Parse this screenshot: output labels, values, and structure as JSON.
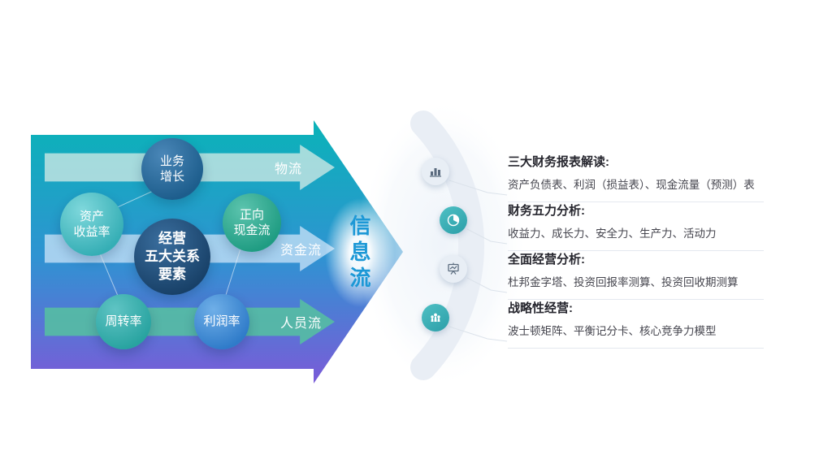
{
  "left_diagram": {
    "flow_bands": [
      {
        "label": "物流"
      },
      {
        "label": "资金流"
      },
      {
        "label": "人员流"
      }
    ],
    "info_flow_label": "信息流",
    "center_bubble": {
      "line1": "经营",
      "line2": "五大关系",
      "line3": "要素"
    },
    "bubbles": {
      "business_growth": {
        "line1": "业务",
        "line2": "增长"
      },
      "return_on_assets": {
        "line1": "资产",
        "line2": "收益率"
      },
      "positive_cash_flow": {
        "line1": "正向",
        "line2": "现金流"
      },
      "turnover_rate": {
        "label": "周转率"
      },
      "profit_rate": {
        "label": "利润率"
      }
    }
  },
  "right_panel": {
    "items": [
      {
        "icon": "financial-report-icon",
        "title": "三大财务报表解读:",
        "desc": "资产负债表、利润（损益表）、现金流量（预测）表"
      },
      {
        "icon": "pie-chart-icon",
        "title": "财务五力分析:",
        "desc": "收益力、成长力、安全力、生产力、活动力"
      },
      {
        "icon": "presentation-icon",
        "title": "全面经营分析:",
        "desc": "杜邦金字塔、投资回报率测算、投资回收期测算"
      },
      {
        "icon": "strategy-icon",
        "title": "战略性经营:",
        "desc": "波士顿矩阵、平衡记分卡、核心竞争力模型"
      }
    ]
  },
  "colors": {
    "arrow_teal": "#0ab3b8",
    "arrow_blue": "#2f93d2",
    "arrow_purple": "#7a5bd8",
    "info_flow_text": "#1c98d6",
    "icon_teal": "#3ab0b5",
    "title_text": "#26262e",
    "desc_text": "#45454e"
  }
}
